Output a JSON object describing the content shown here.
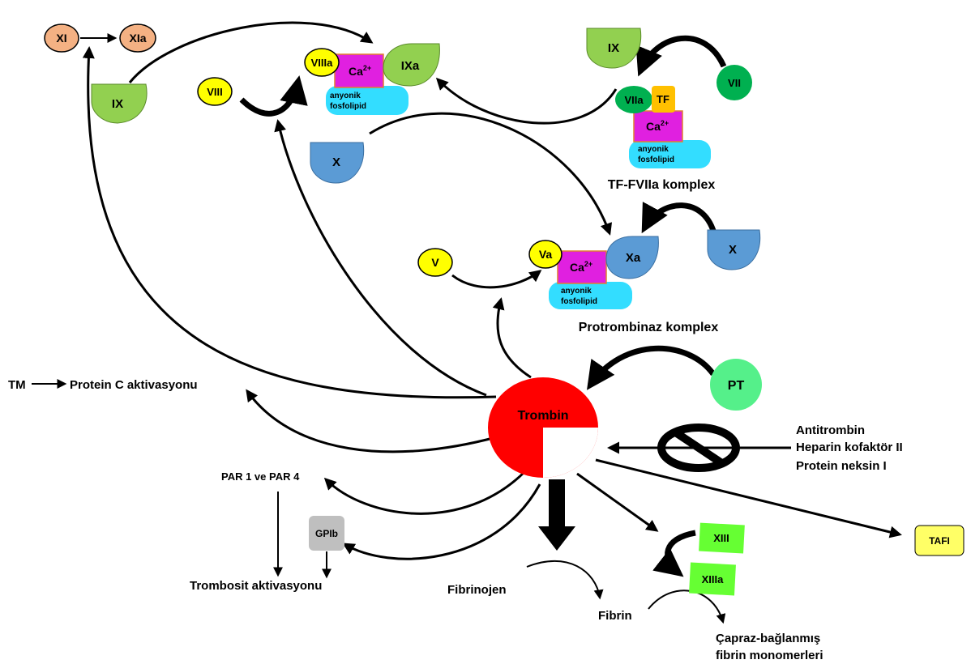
{
  "factors": {
    "xi": "XI",
    "xia": "XIa",
    "ix_left": "IX",
    "viii": "VIII",
    "viiia": "VIIIa",
    "ca_1": "Ca",
    "ca_sup": "2+",
    "ixa": "IXa",
    "fosfolipid_1_line1": "anyonik",
    "fosfolipid_1_line2": "fosfolipid",
    "ix_right": "IX",
    "vii": "VII",
    "viia": "VIIa",
    "tf": "TF",
    "ca_2": "Ca",
    "fosfolipid_2_line1": "anyonik",
    "fosfolipid_2_line2": "fosfolipid",
    "tf_fviia_label": "TF-FVIIa komplex",
    "x_left": "X",
    "v": "V",
    "va": "Va",
    "ca_3": "Ca",
    "xa": "Xa",
    "x_right": "X",
    "fosfolipid_3_line1": "anyonik",
    "fosfolipid_3_line2": "fosfolipid",
    "protrombinaz_label": "Protrombinaz komplex",
    "pt": "PT",
    "trombin": "Trombin",
    "tm": "TM",
    "protein_c": "Protein C aktivasyonu",
    "antitrombin": "Antitrombin",
    "heparin": "Heparin kofaktör II",
    "protein_neksin": "Protein neksin I",
    "par": "PAR 1 ve PAR 4",
    "gpib": "GPIb",
    "trombosit": "Trombosit aktivasyonu",
    "fibrinojen": "Fibrinojen",
    "fibrin": "Fibrin",
    "xiii": "XIII",
    "xiiia": "XIIIa",
    "capraz_line1": "Çapraz-bağlanmış",
    "capraz_line2": "fibrin monomerleri",
    "tafi": "TAFI"
  },
  "colors": {
    "factor_xi": "#f4b183",
    "factor_ix": "#92d050",
    "factor_vii": "#00b050",
    "factor_x": "#5b9bd5",
    "yellow_factor": "#ffff00",
    "calcium": "#e020e0",
    "fosfolipid": "#33ddff",
    "tf": "#ffc000",
    "pt": "#55f08a",
    "trombin": "#ff0000",
    "gpib": "#bfbfbf",
    "xiii": "#66ff33",
    "tafi": "#ffff66"
  }
}
